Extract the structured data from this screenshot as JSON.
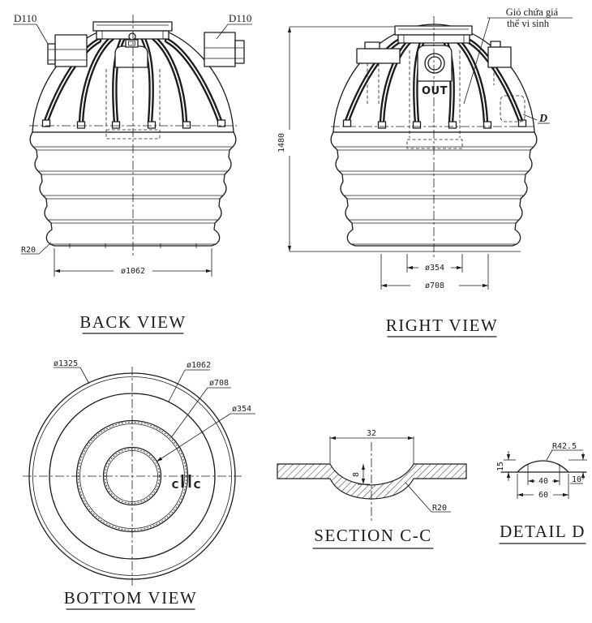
{
  "colors": {
    "ink": "#1c1c1c",
    "paper": "#ffffff"
  },
  "views": {
    "back": {
      "title": "BACK VIEW",
      "labels": {
        "d110_left": "D110",
        "d110_right": "D110",
        "r20": "R20",
        "dia1062": "ø1062"
      }
    },
    "right": {
      "title": "RIGHT VIEW",
      "labels": {
        "height": "1480",
        "out": "OUT",
        "note_line1": "Giỏ chứa giá",
        "note_line2": "thể vi sinh",
        "detail_ref": "D",
        "dia354": "ø354",
        "dia708": "ø708"
      }
    },
    "bottom": {
      "title": "BOTTOM VIEW",
      "labels": {
        "dia1325": "ø1325",
        "dia1062": "ø1062",
        "dia708": "ø708",
        "dia354": "ø354",
        "c_left": "C",
        "c_right": "C"
      }
    },
    "section_cc": {
      "title": "SECTION C-C",
      "labels": {
        "width": "32",
        "depth": "8",
        "radius": "R20"
      }
    },
    "detail_d": {
      "title": "DETAIL D",
      "labels": {
        "radius": "R42.5",
        "height": "15",
        "inner_width": "40",
        "outer_width": "60",
        "thickness": "10"
      }
    }
  }
}
